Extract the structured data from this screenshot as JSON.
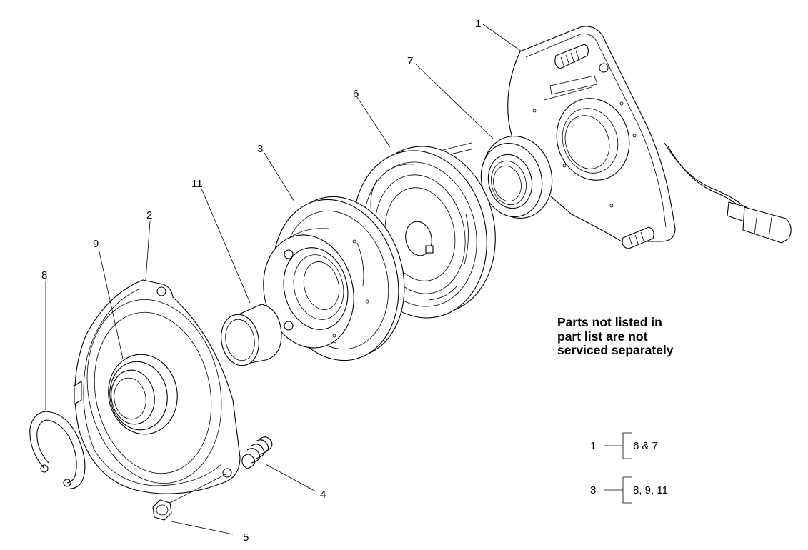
{
  "callouts": {
    "c1": "1",
    "c2": "2",
    "c3": "3",
    "c4": "4",
    "c5": "5",
    "c6": "6",
    "c7": "7",
    "c8": "8",
    "c9": "9",
    "c11": "11"
  },
  "note": {
    "line1": "Parts not listed in",
    "line2": "part list are not",
    "line3": "serviced separately"
  },
  "key": {
    "row1": {
      "part": "1",
      "includes": "6 & 7"
    },
    "row2": {
      "part": "3",
      "includes": "8, 9, 11"
    }
  }
}
